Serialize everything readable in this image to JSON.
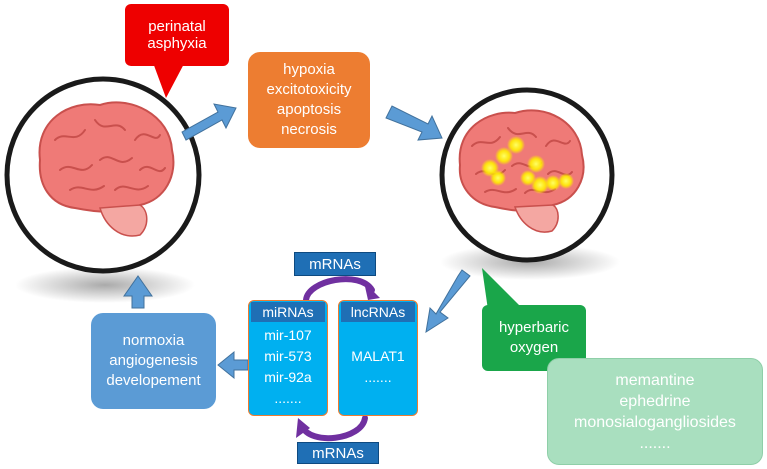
{
  "callout_top": {
    "lines": [
      "perinatal",
      "asphyxia"
    ],
    "color": "#ee0000"
  },
  "injury_box": {
    "lines": [
      "hypoxia",
      "excitotoxicity",
      "apoptosis",
      "necrosis"
    ],
    "color": "#ed7d31"
  },
  "recovery_box": {
    "lines": [
      "normoxia",
      "angiogenesis",
      "developement"
    ],
    "color": "#5b9bd5"
  },
  "mirna_panel": {
    "header": "miRNAs",
    "items": [
      "mir-107",
      "mir-573",
      "mir-92a",
      "......."
    ]
  },
  "lncrna_panel": {
    "header": "lncRNAs",
    "items": [
      "MALAT1",
      "......."
    ]
  },
  "mrna_top": "mRNAs",
  "mrna_bottom": "mRNAs",
  "callout_hbo": {
    "lines": [
      "hyperbaric",
      "oxygen"
    ],
    "color": "#1aa64a"
  },
  "drugs_box": {
    "lines": [
      "memantine",
      "ephedrine",
      "monosialogangliosides",
      "......."
    ],
    "color": "#a9dfbf"
  },
  "colors": {
    "arrow": "#5b9bd5",
    "cycle_arrow": "#7030a0",
    "panel_bg": "#00b0f0",
    "header_bg": "#1f6fb5",
    "brain": "#ef7a77",
    "lesion": "#ffff33"
  }
}
